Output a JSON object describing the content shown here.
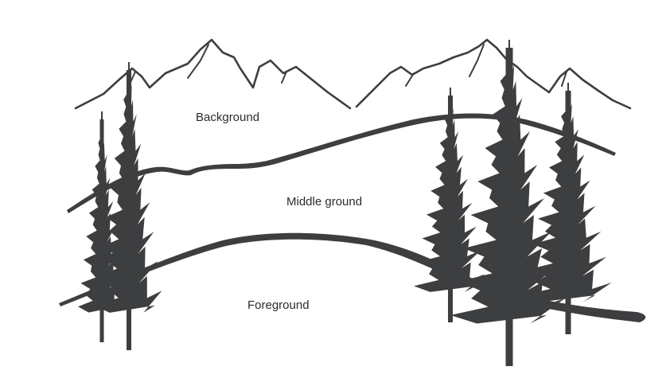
{
  "labels": {
    "background": "Background",
    "middle_ground": "Middle ground",
    "foreground": "Foreground"
  },
  "colors": {
    "ink": "#3d3e40",
    "paper": "#ffffff"
  }
}
